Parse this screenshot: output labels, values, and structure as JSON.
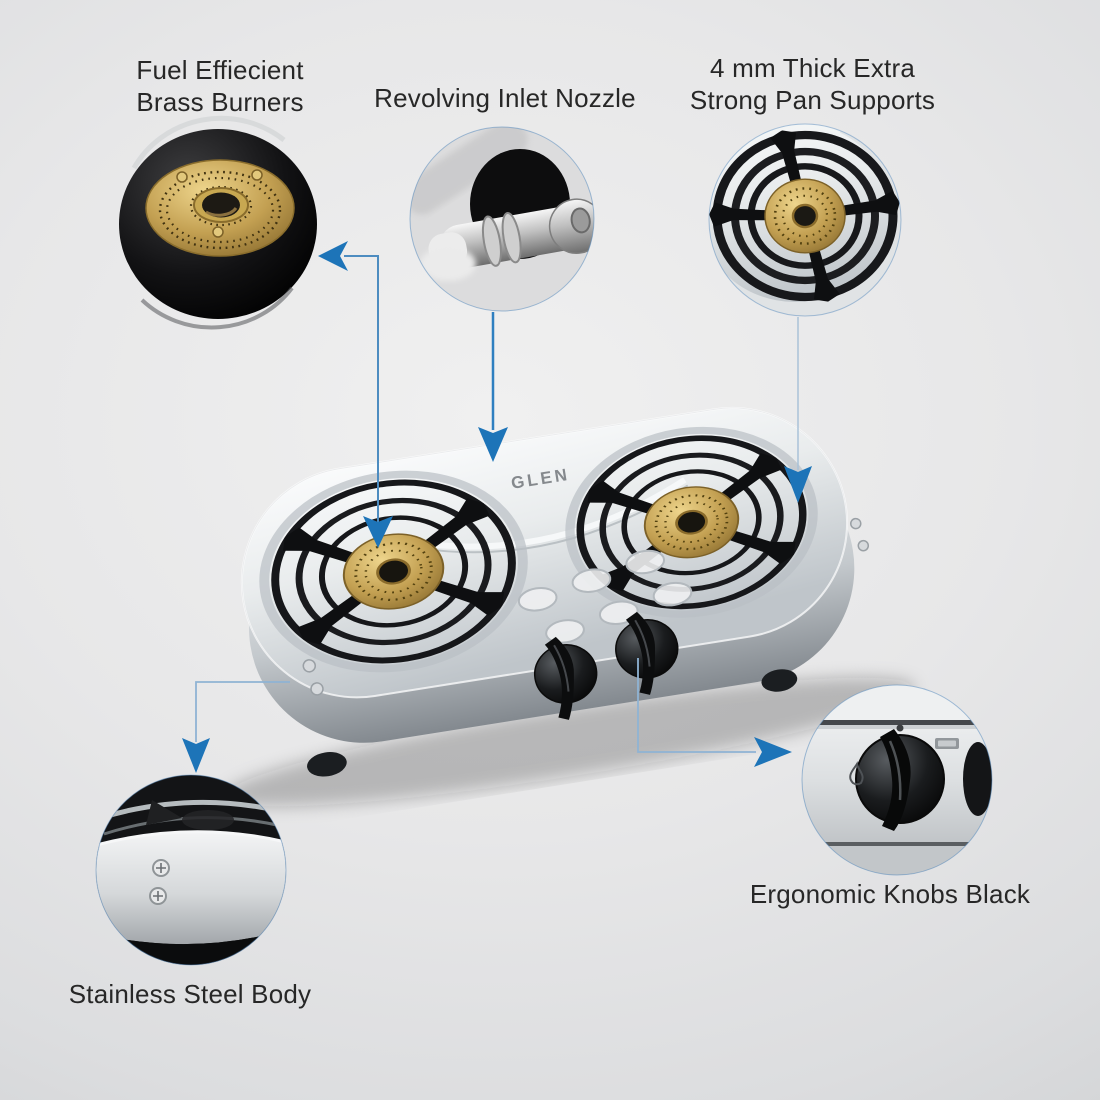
{
  "brand": {
    "logo_text": "GLEN"
  },
  "colors": {
    "accent_blue": "#1d74b8",
    "connector_blue": "#8fb3d4",
    "label_text": "#272727",
    "background": "#e7e7e8",
    "brass": "#c3a052",
    "chrome": "#d9dde0",
    "knob_black": "#101113"
  },
  "callouts": {
    "brass_burners": {
      "lines": [
        "Fuel Effiecient",
        "Brass Burners"
      ]
    },
    "inlet_nozzle": {
      "lines": [
        "Revolving Inlet Nozzle"
      ]
    },
    "pan_supports": {
      "lines": [
        "4 mm Thick Extra",
        "Strong Pan Supports"
      ]
    },
    "steel_body": {
      "lines": [
        "Stainless Steel Body"
      ]
    },
    "knobs": {
      "lines": [
        "Ergonomic Knobs Black"
      ]
    }
  }
}
